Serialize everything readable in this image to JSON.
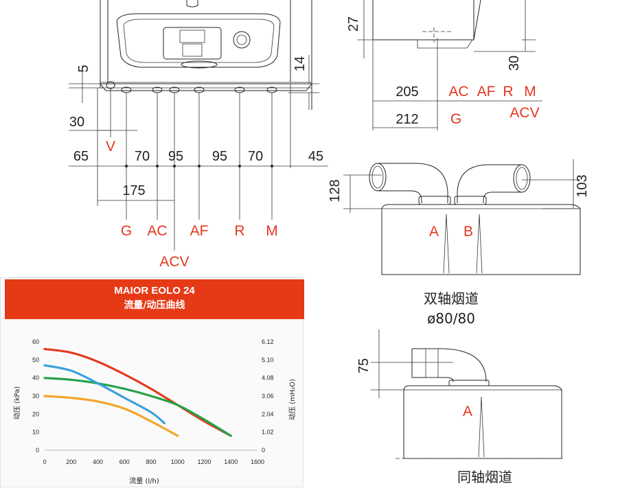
{
  "drawing": {
    "front_dims": [
      "5",
      "14",
      "30",
      "65",
      "70",
      "95",
      "95",
      "70",
      "45",
      "175"
    ],
    "front_connections": [
      "G",
      "AC",
      "AF",
      "R",
      "M"
    ],
    "front_acv": "ACV",
    "front_v": "V",
    "side_dims": [
      "27",
      "30",
      "205",
      "212"
    ],
    "side_labels": [
      "AC",
      "AF",
      "R",
      "M"
    ],
    "side_acv": "ACV",
    "side_g": "G",
    "coaxial_dims": [
      "128",
      "103"
    ],
    "coaxial_ports": [
      "A",
      "B"
    ],
    "coaxial_caption": "双轴烟道",
    "coaxial_size": "ø80/80",
    "single_dims": [
      "75"
    ],
    "single_port": "A",
    "single_caption": "同轴烟道"
  },
  "colors": {
    "accent": "#e63a17",
    "red_text": "#e2381c",
    "curve_red": "#e43a1f",
    "curve_blue": "#3aa1db",
    "curve_green": "#27a149",
    "curve_orange": "#f2a52a"
  },
  "chart_data": {
    "type": "line",
    "title": "MAIOR EOLO 24",
    "subtitle": "流量/动压曲线",
    "xlabel": "流量 (l/h)",
    "ylabel": "动压 (kPa)",
    "ylabel2": "动压 (mH₂O)",
    "x_ticks": [
      "0",
      "200",
      "400",
      "600",
      "800",
      "1000",
      "1200",
      "1400",
      "1600"
    ],
    "y_ticks": [
      "0",
      "10",
      "20",
      "30",
      "40",
      "50",
      "60"
    ],
    "y2_ticks": [
      "0",
      "1.02",
      "2.04",
      "3.06",
      "4.08",
      "5.10",
      "6.12"
    ],
    "xlim": [
      0,
      1600
    ],
    "ylim": [
      0,
      60
    ],
    "series": [
      {
        "color": "#e43a1f",
        "x": [
          0,
          200,
          400,
          600,
          800,
          1000,
          1200,
          1400
        ],
        "y": [
          56,
          54,
          49,
          42,
          34,
          25,
          16,
          8
        ]
      },
      {
        "color": "#27a149",
        "x": [
          0,
          200,
          400,
          600,
          800,
          1000,
          1200,
          1400
        ],
        "y": [
          40,
          39,
          37,
          34,
          30,
          25,
          17,
          8
        ]
      },
      {
        "color": "#3aa1db",
        "x": [
          0,
          200,
          400,
          600,
          800,
          900
        ],
        "y": [
          47,
          44,
          37,
          29,
          21,
          15
        ]
      },
      {
        "color": "#f2a52a",
        "x": [
          0,
          200,
          400,
          600,
          800,
          1000
        ],
        "y": [
          30,
          29,
          27,
          23,
          16,
          8
        ]
      }
    ]
  }
}
